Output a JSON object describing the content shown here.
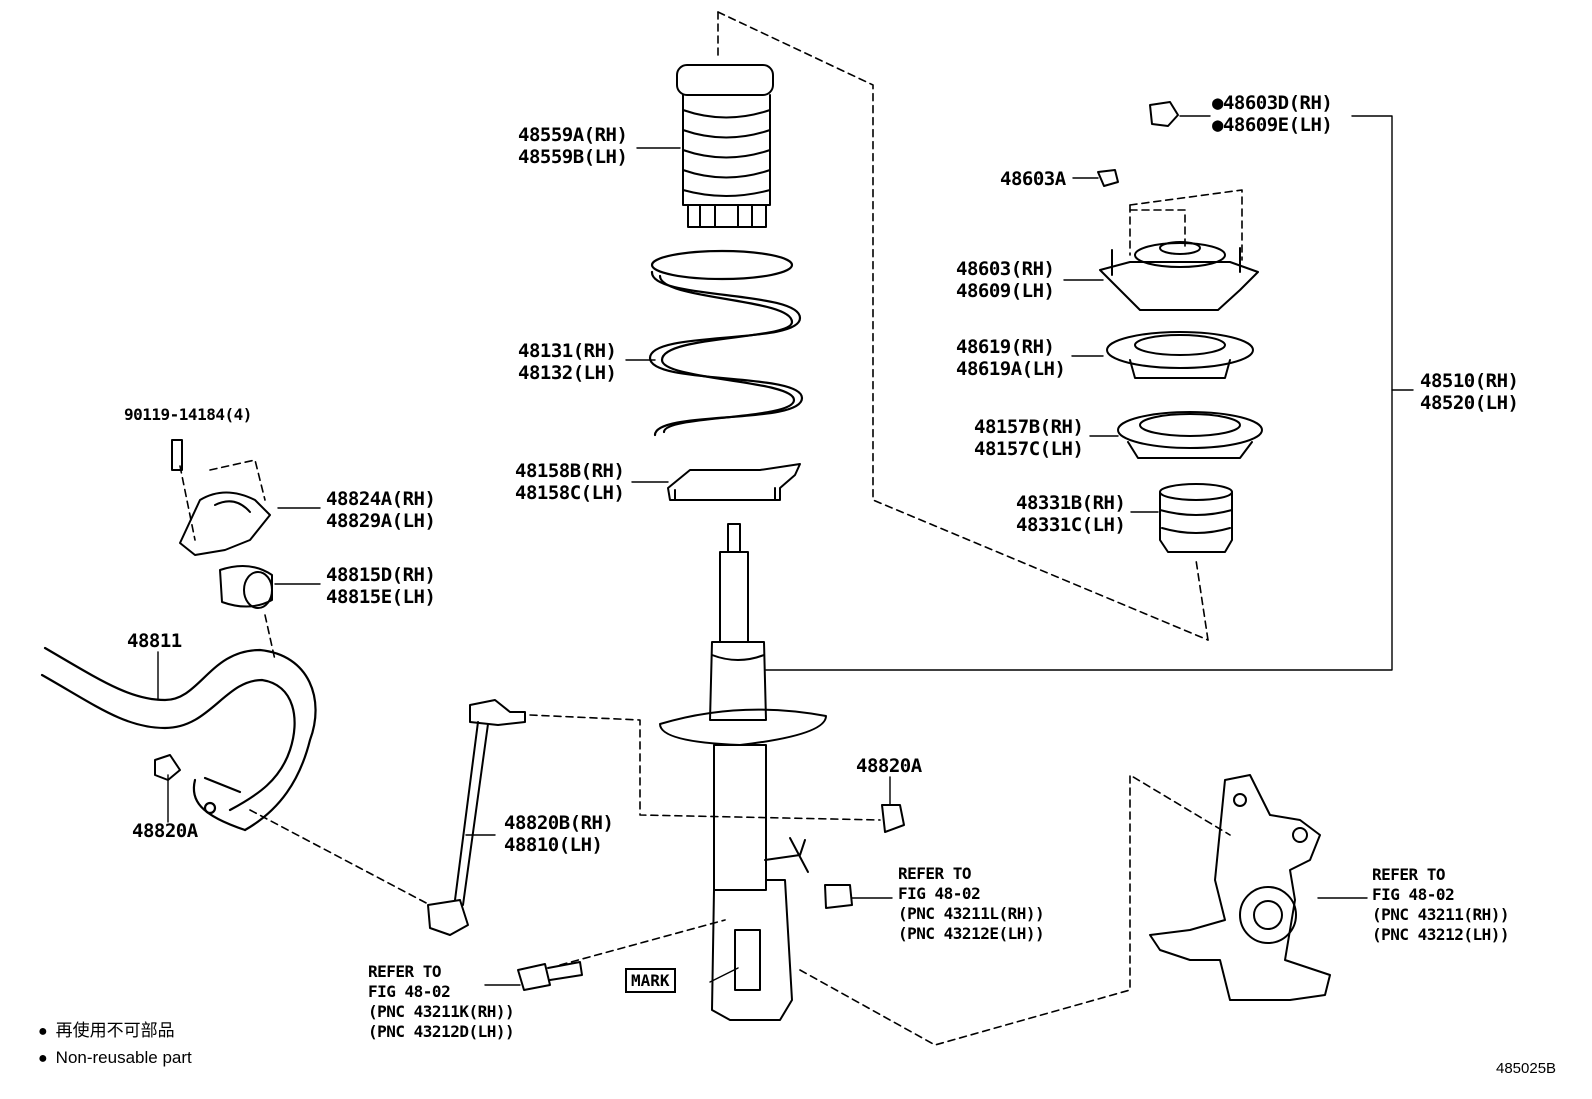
{
  "callouts": [
    {
      "id": "l-48559",
      "lines": [
        "48559A(RH)",
        "48559B(LH)"
      ]
    },
    {
      "id": "l-48131",
      "lines": [
        "48131(RH)",
        "48132(LH)"
      ]
    },
    {
      "id": "l-48158",
      "lines": [
        "48158B(RH)",
        "48158C(LH)"
      ]
    },
    {
      "id": "l-48603d",
      "lines": [
        "●48603D(RH)",
        "●48609E(LH)"
      ]
    },
    {
      "id": "l-48603a",
      "lines": [
        "48603A"
      ]
    },
    {
      "id": "l-48603",
      "lines": [
        "48603(RH)",
        "48609(LH)"
      ]
    },
    {
      "id": "l-48619",
      "lines": [
        "48619(RH)",
        "48619A(LH)"
      ]
    },
    {
      "id": "l-48157",
      "lines": [
        "48157B(RH)",
        "48157C(LH)"
      ]
    },
    {
      "id": "l-48331",
      "lines": [
        "48331B(RH)",
        "48331C(LH)"
      ]
    },
    {
      "id": "l-48510",
      "lines": [
        "48510(RH)",
        "48520(LH)"
      ]
    },
    {
      "id": "l-90119",
      "lines": [
        "90119-14184(4)"
      ]
    },
    {
      "id": "l-48824",
      "lines": [
        "48824A(RH)",
        "48829A(LH)"
      ]
    },
    {
      "id": "l-48815",
      "lines": [
        "48815D(RH)",
        "48815E(LH)"
      ]
    },
    {
      "id": "l-48811",
      "lines": [
        "48811"
      ]
    },
    {
      "id": "l-48820a-left",
      "lines": [
        "48820A"
      ]
    },
    {
      "id": "l-48820a-right",
      "lines": [
        "48820A"
      ]
    },
    {
      "id": "l-48820b",
      "lines": [
        "48820B(RH)",
        "48810(LH)"
      ]
    },
    {
      "id": "l-refer-bolt",
      "lines": [
        "REFER TO",
        "FIG 48-02",
        "(PNC 43211K(RH))",
        "(PNC 43212D(LH))"
      ]
    },
    {
      "id": "l-refer-nut",
      "lines": [
        "REFER TO",
        "FIG 48-02",
        "(PNC 43211L(RH))",
        "(PNC 43212E(LH))"
      ]
    },
    {
      "id": "l-refer-knuckle",
      "lines": [
        "REFER TO",
        "FIG 48-02",
        "(PNC 43211(RH))",
        "(PNC 43212(LH))"
      ]
    }
  ],
  "mark_label": "MARK",
  "legend": {
    "symbol": "●",
    "line1": "再使用不可部品",
    "line2": "Non-reusable part"
  },
  "figure_number": "485025B",
  "colors": {
    "ink": "#000000",
    "background": "#ffffff"
  }
}
